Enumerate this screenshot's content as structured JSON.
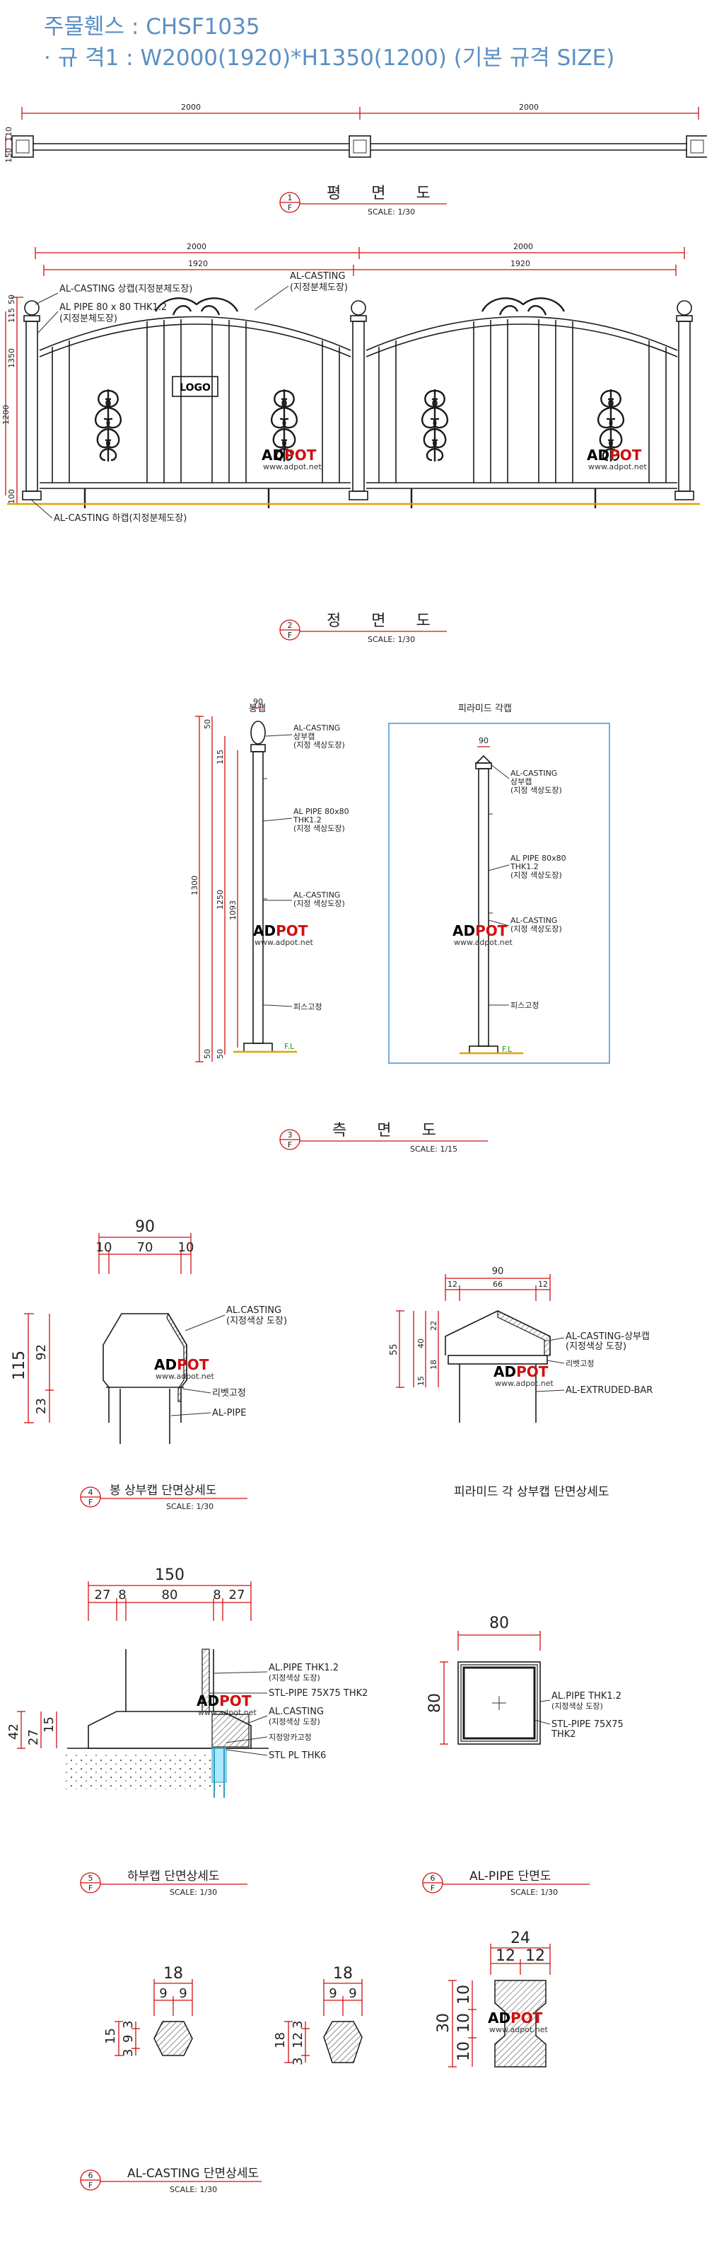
{
  "header": {
    "line1": "주물휀스 : CHSF1035",
    "line2": "· 규 격1 : W2000(1920)*H1350(1200) (기본 규격 SIZE)"
  },
  "watermark": {
    "brand_a": "AD",
    "brand_b": "POT",
    "url": "www.adpot.net"
  },
  "plan_view": {
    "dims": [
      "2000",
      "2000"
    ],
    "side_dims": [
      "150",
      "110"
    ],
    "no": "1",
    "sub": "F",
    "title": "평 면 도",
    "scale": "SCALE: 1/30"
  },
  "front_view": {
    "dims_top": [
      "2000",
      "2000"
    ],
    "dims_inner": [
      "1920",
      "1920"
    ],
    "side_dims": [
      "115",
      "50",
      "1350",
      "1200",
      "100"
    ],
    "labels": {
      "top_cap": "AL-CASTING 상캡(지정분체도장)",
      "pipe": "AL PIPE 80 x 80 THK1.2",
      "pipe_sub": "(지정분체도장)",
      "casting": "AL-CASTING",
      "casting_sub": "(지정분체도장)",
      "bottom_cap": "AL-CASTING 하캡(지정분체도장)"
    },
    "logo": "LOGO",
    "no": "2",
    "sub": "F",
    "title": "정 면 도",
    "scale": "SCALE: 1/30"
  },
  "side_view": {
    "left_title": "봉캡",
    "right_title": "피라미드 각캡",
    "left": {
      "top": "90",
      "dims_outer": [
        "50",
        "1300",
        "50",
        "50"
      ],
      "dims_inner": [
        "115",
        "1250",
        "1093"
      ],
      "labels": [
        "AL-CASTING",
        "상부캡",
        "(지정 색상도장)",
        "AL PIPE 80x80",
        "THK1.2",
        "(지정 색상도장)",
        "AL-CASTING",
        "(지정 색상도장)",
        "피스고정"
      ],
      "fl": "F.L"
    },
    "right": {
      "top": "90",
      "labels": [
        "AL-CASTING",
        "상부캡",
        "(지정 색상도장)",
        "AL PIPE 80x80",
        "THK1.2",
        "(지정 색상도장)",
        "AL-CASTING",
        "(지정 색상도장)",
        "피스고정"
      ],
      "fl": "F.L"
    },
    "no": "3",
    "sub": "F",
    "title": "측 면 도",
    "scale": "SCALE: 1/15"
  },
  "ball_cap": {
    "top": "90",
    "sub_dims": [
      "10",
      "70",
      "10"
    ],
    "height": "115",
    "h_parts": [
      "92",
      "23"
    ],
    "labels": [
      "AL.CASTING",
      "(지정색상 도장)",
      "리벳고정",
      "AL-PIPE"
    ],
    "no": "4",
    "sub": "F",
    "title": "봉 상부캡 단면상세도",
    "scale": "SCALE: 1/30"
  },
  "pyramid_cap": {
    "top": "90",
    "sub_dims": [
      "12",
      "66",
      "12"
    ],
    "height": "55",
    "h_parts": [
      "22",
      "40",
      "18",
      "15"
    ],
    "labels": [
      "AL-CASTING-상부캡",
      "(지정색상 도장)",
      "리벳고정",
      "AL-EXTRUDED-BAR"
    ],
    "title": "피라미드 각 상부캡 단면상세도"
  },
  "bottom_cap": {
    "top": "150",
    "sub_dims": [
      "27",
      "8",
      "80",
      "8",
      "27"
    ],
    "h_dims": [
      "42",
      "27",
      "15"
    ],
    "labels": [
      "AL.PIPE THK1.2",
      "(지정색상 도장)",
      "STL-PIPE 75X75 THK2",
      "AL.CASTING",
      "(지정색상 도장)",
      "지정앙카고정",
      "STL PL THK6"
    ],
    "no": "5",
    "sub": "F",
    "title": "하부캡 단면상세도",
    "scale": "SCALE: 1/30"
  },
  "pipe_section": {
    "top": "80",
    "side": "80",
    "labels": [
      "AL.PIPE THK1.2",
      "(지정색상 도장)",
      "STL-PIPE 75X75",
      "THK2"
    ],
    "no": "6",
    "sub": "F",
    "title": "AL-PIPE 단면도",
    "scale": "SCALE: 1/30"
  },
  "casting_section": {
    "a": {
      "top": "18",
      "sub": [
        "9",
        "9"
      ],
      "h": "15",
      "h_parts": [
        "3",
        "9",
        "3"
      ]
    },
    "b": {
      "top": "18",
      "sub": [
        "9",
        "9"
      ],
      "h": "18",
      "h_parts": [
        "3",
        "12",
        "3"
      ]
    },
    "c": {
      "top": "24",
      "sub": [
        "12",
        "12"
      ],
      "h": "30",
      "h_parts": [
        "10",
        "10",
        "10"
      ]
    },
    "no": "6",
    "sub": "F",
    "title": "AL-CASTING 단면상세도",
    "scale": "SCALE: 1/30"
  }
}
